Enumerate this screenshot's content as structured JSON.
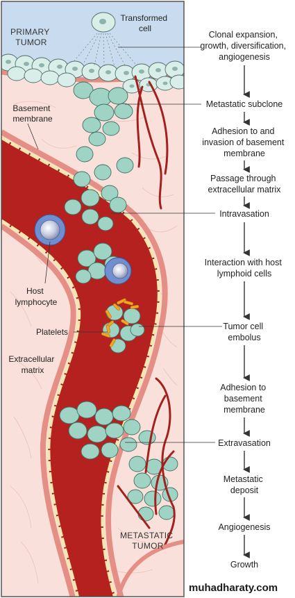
{
  "labels": {
    "transformed_cell": [
      "Transformed",
      "cell"
    ],
    "primary_tumor": [
      "PRIMARY",
      "TUMOR"
    ],
    "basement_membrane": [
      "Basement",
      "membrane"
    ],
    "host_lymphocyte": [
      "Host",
      "lymphocyte"
    ],
    "platelets": "Platelets",
    "extracellular_matrix": [
      "Extracellular",
      "matrix"
    ],
    "metastatic_tumor": [
      "METASTATIC",
      "TUMOR"
    ]
  },
  "steps": [
    {
      "lines": [
        "Clonal expansion,",
        "growth, diversification,",
        "angiogenesis"
      ]
    },
    {
      "lines": [
        "Metastatic subclone"
      ]
    },
    {
      "lines": [
        "Adhesion to and",
        "invasion of basement",
        "membrane"
      ]
    },
    {
      "lines": [
        "Passage through",
        "extracellular matrix"
      ]
    },
    {
      "lines": [
        "Intravasation"
      ]
    },
    {
      "lines": [
        "Interaction with host",
        "lymphoid cells"
      ]
    },
    {
      "lines": [
        "Tumor cell",
        "embolus"
      ]
    },
    {
      "lines": [
        "Adhesion to",
        "basement",
        "membrane"
      ]
    },
    {
      "lines": [
        "Extravasation"
      ]
    },
    {
      "lines": [
        "Metastatic",
        "deposit"
      ]
    },
    {
      "lines": [
        "Angiogenesis"
      ]
    },
    {
      "lines": [
        "Growth"
      ]
    }
  ],
  "watermark": "muhadharaty.com",
  "colors": {
    "background_sky": "#c9dcef",
    "stroma": "#fae0da",
    "membrane": "#e58e86",
    "vessel": "#b4211f",
    "vessel_edge": "#8c1414",
    "endothelium": "#f3e6b0",
    "tumor_cell": "#9fd3c3",
    "tumor_nucleus": "#5fa592",
    "lymphocyte": "#6f8fd0",
    "platelet": "#f2a623",
    "arrow": "#333333"
  }
}
